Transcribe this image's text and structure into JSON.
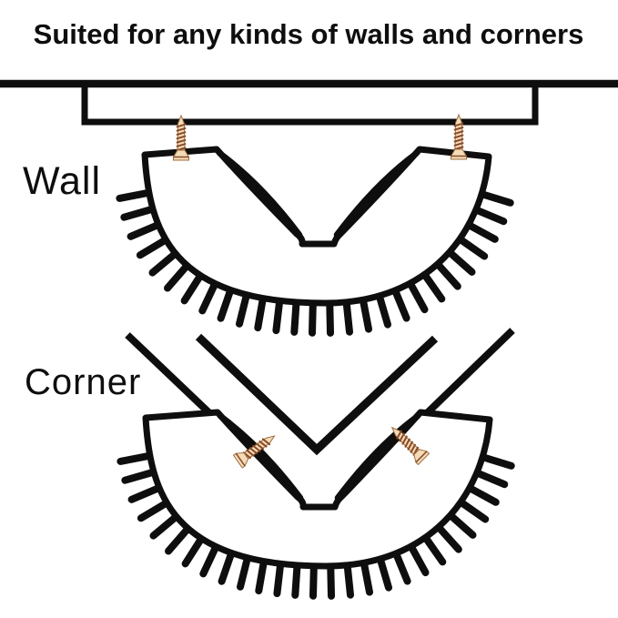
{
  "title": "Suited for any kinds of walls and corners",
  "figures": {
    "wall": {
      "label": "Wall",
      "screw_count": 2
    },
    "corner": {
      "label": "Corner",
      "screw_count": 2
    }
  },
  "brush": {
    "bristle_count": 27,
    "bristle_length": 31
  },
  "colors": {
    "ink": "#0e0e0e",
    "background": "#ffffff",
    "screw_body": "#f3dcb8",
    "screw_outline": "#a06c3c",
    "screw_thread": "#8a4a26"
  }
}
